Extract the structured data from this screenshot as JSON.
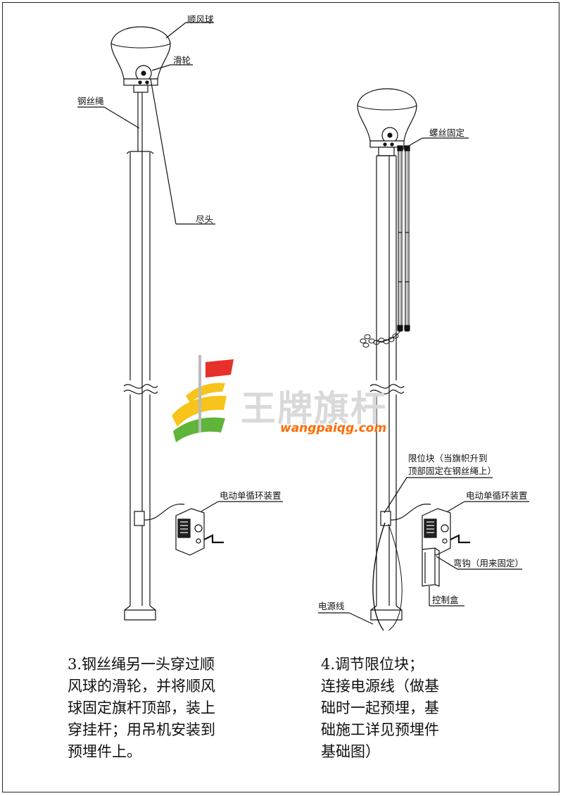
{
  "labels": {
    "shunfengqiu": "顺风球",
    "hualun": "滑轮",
    "gangsisheng": "钢丝绳",
    "jintou": "尽头",
    "luosi_guding": "螺丝固定",
    "xianweikuai_1": "限位块（当旗帜升到",
    "xianweikuai_2": "顶部固定在钢丝绳上）",
    "diandong_left": "电动单循环装置",
    "diandong_right": "电动单循环装置",
    "wangou": "弯钩（用来固定）",
    "kongzhihe": "控制盒",
    "dianyuanxian": "电源线"
  },
  "captions": {
    "step3": [
      "3.钢丝绳另一头穿过顺",
      "风球的滑轮，并将顺风",
      "球固定旗杆顶部，装上",
      "穿挂杆；用吊机安装到",
      "预埋件上。"
    ],
    "step4": [
      "4.调节限位块；",
      "连接电源线（做基",
      "础时一起预埋，基",
      "础施工详见预埋件",
      "基础图）"
    ]
  },
  "watermark": {
    "text_cn": "王牌旗杆",
    "url": "wangpaiqg.com",
    "colors": {
      "red": "#e8302a",
      "yellow": "#f6c41a",
      "green": "#5fb43a",
      "orange": "#ff6a00"
    }
  }
}
